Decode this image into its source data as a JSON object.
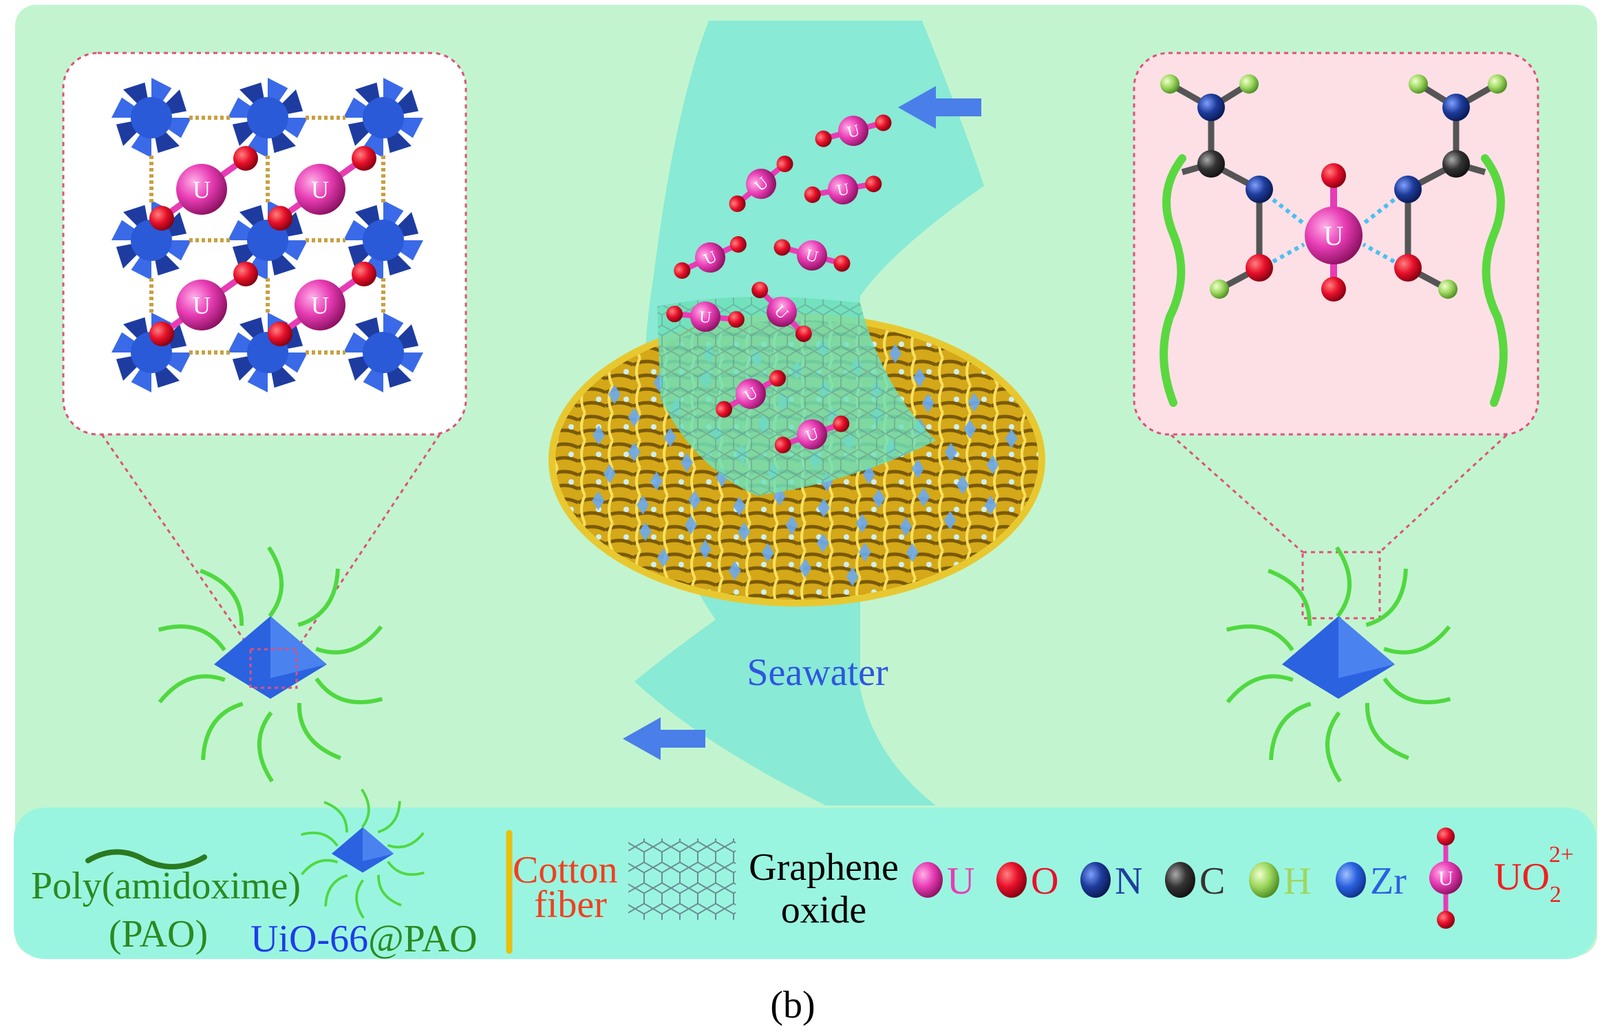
{
  "atom_label": "U",
  "seawater_label": "Seawater",
  "panel_label": "(b)",
  "legend": {
    "pao_line1": "Poly(amidoxime)",
    "pao_line2": "(PAO)",
    "uio_part1": "UiO-66",
    "uio_part2": "@PAO",
    "cotton_line1": "Cotton",
    "cotton_line2": "fiber",
    "go_line1": "Graphene",
    "go_line2": "oxide",
    "atoms": [
      {
        "label": "U",
        "color": "#e83cb4"
      },
      {
        "label": "O",
        "color": "#e8102a"
      },
      {
        "label": "N",
        "color": "#1e3c9c"
      },
      {
        "label": "C",
        "color": "#333333"
      },
      {
        "label": "H",
        "color": "#9ed860"
      },
      {
        "label": "Zr",
        "color": "#2a62e0"
      }
    ],
    "uranyl_base": "UO",
    "uranyl_sub": "2",
    "uranyl_sup": "2+"
  },
  "colors": {
    "panel_bg": "#c2f5cf",
    "legend_bg": "#9af5e0",
    "seawater": "#7fe8d6",
    "seawater_text": "#2e55e0",
    "arrow": "#4a7ee8",
    "dash": "#e0507a",
    "pao_green": "#2a8a20",
    "uio_blue": "#1e3ce8",
    "cotton_red": "#f04020"
  }
}
